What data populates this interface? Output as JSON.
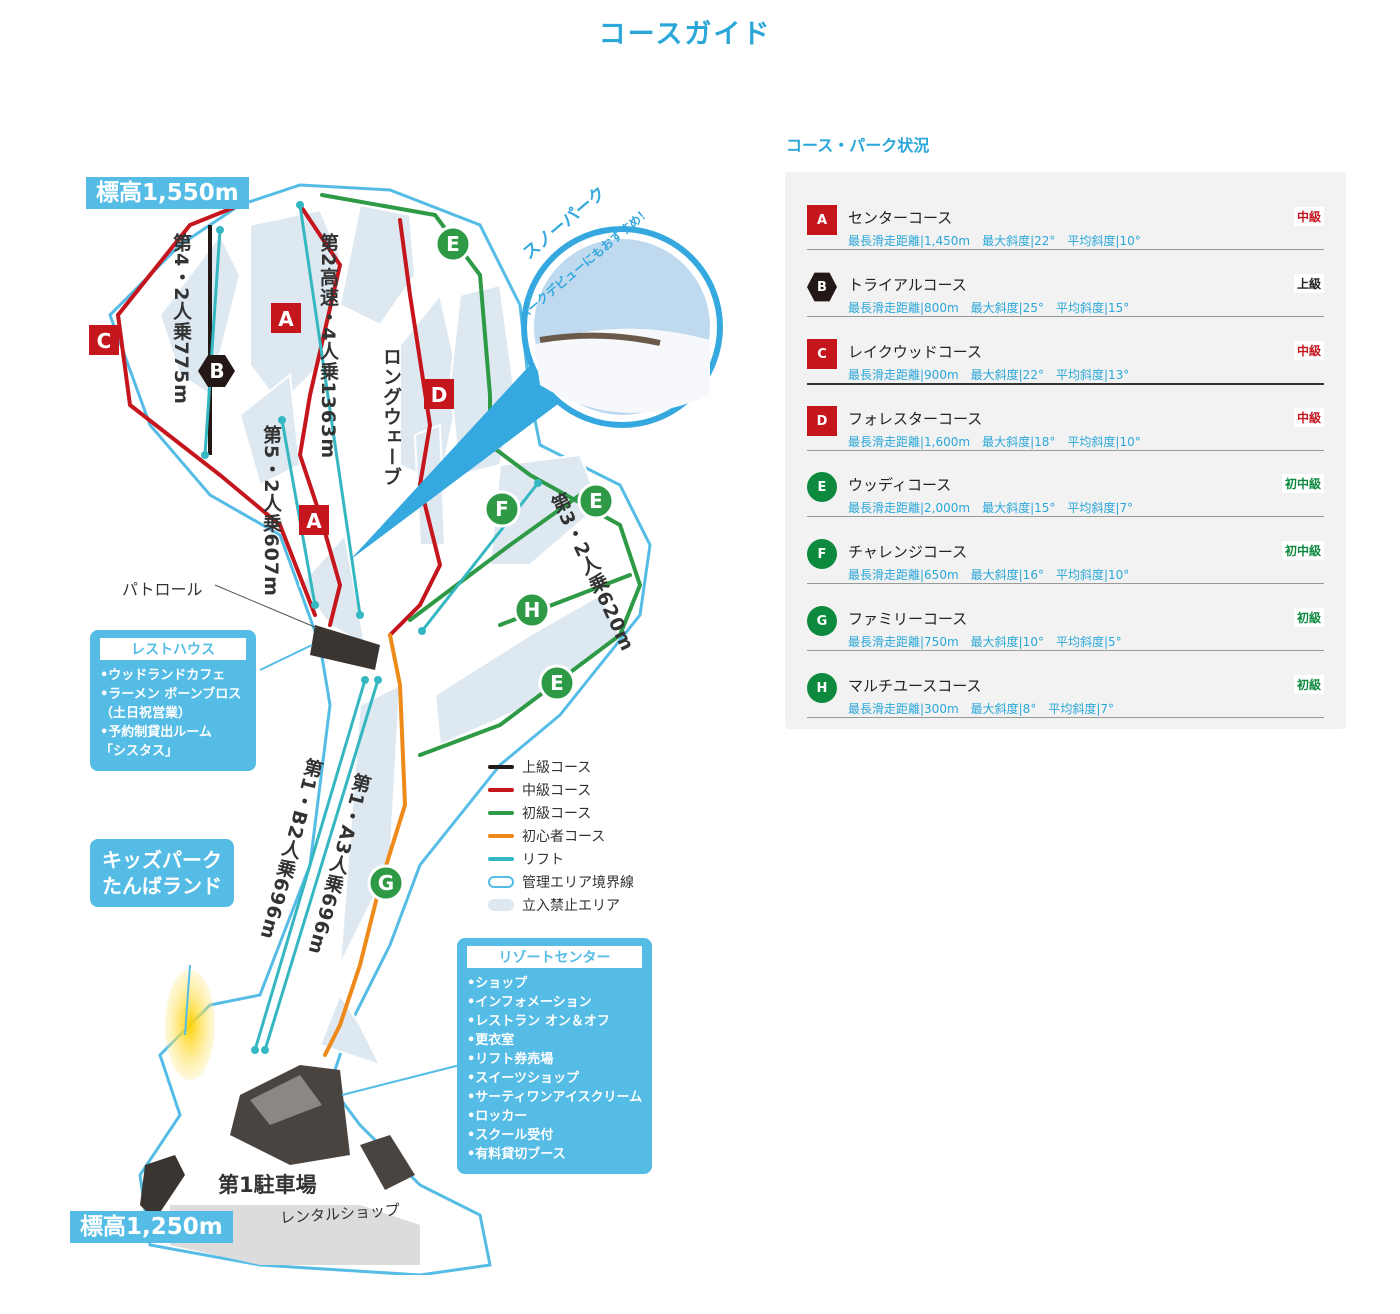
{
  "page_title": "コースガイド",
  "map": {
    "elevation_top": "標高1,550m",
    "elevation_bottom": "標高1,250m",
    "lifts": {
      "lift4": "第4・2人乗775m",
      "lift2": "第2高速・4人乗1363m",
      "lift5": "第5・2人乗607m",
      "lift3": "第3・2人乗620m",
      "lift1b": "第1・B2人乗696m",
      "lift1a": "第1・A3人乗696m"
    },
    "long_wave": "ロングウェーブ",
    "patrol": "パトロール",
    "snow_park": "スノーパーク",
    "snow_park_sub": "パークデビューにもおすすめ！",
    "parking": "第1駐車場",
    "rental_shop": "レンタルショップ",
    "kids_park": [
      "キッズパーク",
      "たんばランド"
    ],
    "rest_house": {
      "title": "レストハウス",
      "items": [
        "•ウッドランドカフェ",
        "•ラーメン ボーンブロス",
        "（土日祝営業）",
        "•予約制貸出ルーム",
        "「シスタス」"
      ]
    },
    "resort_center": {
      "title": "リゾートセンター",
      "items": [
        "•ショップ",
        "•インフォメーション",
        "•レストラン オン＆オフ",
        "•更衣室",
        "•リフト券売場",
        "•スイーツショップ",
        "•サーティワンアイスクリーム",
        "•ロッカー",
        "•スクール受付",
        "•有料貸切ブース"
      ]
    },
    "markers": [
      "A",
      "B",
      "C",
      "D",
      "E",
      "F",
      "G",
      "H"
    ],
    "legend": [
      {
        "label": "上級コース",
        "color": "#231815"
      },
      {
        "label": "中級コース",
        "color": "#c5161e"
      },
      {
        "label": "初級コース",
        "color": "#2e9a46"
      },
      {
        "label": "初心者コース",
        "color": "#ee8a1a"
      },
      {
        "label": "リフト",
        "color": "#35b7c2"
      },
      {
        "label": "管理エリア境界線",
        "color": "#55bce6"
      },
      {
        "label": "立入禁止エリア",
        "color": "#dde8f1"
      }
    ]
  },
  "status": {
    "title": "コース・パーク状況",
    "courses": [
      {
        "code": "A",
        "name": "センターコース",
        "stats": "最長滑走距離|1,450m　最大斜度|22°　平均斜度|10°",
        "level": "中級",
        "color": "red"
      },
      {
        "code": "B",
        "name": "トライアルコース",
        "stats": "最長滑走距離|800m　最大斜度|25°　平均斜度|15°",
        "level": "上級",
        "color": "black"
      },
      {
        "code": "C",
        "name": "レイクウッドコース",
        "stats": "最長滑走距離|900m　最大斜度|22°　平均斜度|13°",
        "level": "中級",
        "color": "red"
      },
      {
        "code": "D",
        "name": "フォレスターコース",
        "stats": "最長滑走距離|1,600m　最大斜度|18°　平均斜度|10°",
        "level": "中級",
        "color": "red"
      },
      {
        "code": "E",
        "name": "ウッディコース",
        "stats": "最長滑走距離|2,000m　最大斜度|15°　平均斜度|7°",
        "level": "初中級",
        "color": "green"
      },
      {
        "code": "F",
        "name": "チャレンジコース",
        "stats": "最長滑走距離|650m　最大斜度|16°　平均斜度|10°",
        "level": "初中級",
        "color": "green"
      },
      {
        "code": "G",
        "name": "ファミリーコース",
        "stats": "最長滑走距離|750m　最大斜度|10°　平均斜度|5°",
        "level": "初級",
        "color": "green"
      },
      {
        "code": "H",
        "name": "マルチユースコース",
        "stats": "最長滑走距離|300m　最大斜度|8°　平均斜度|7°",
        "level": "初級",
        "color": "green"
      }
    ]
  }
}
